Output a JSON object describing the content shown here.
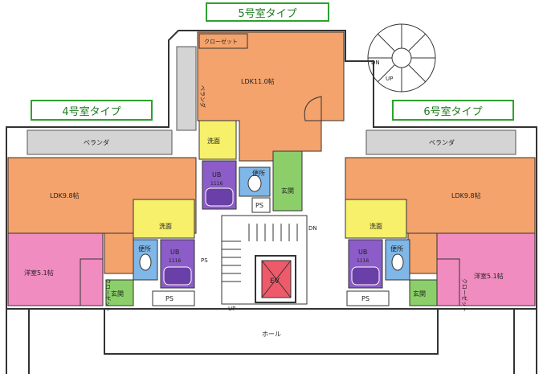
{
  "units": {
    "unit5": {
      "title": "5号室タイプ",
      "ldk": "LDK11.0帖",
      "closet": "クローゼット",
      "veranda": "ベランダ",
      "washroom": "洗面",
      "toilet": "便所",
      "ub": "UB",
      "ub_size": "1116",
      "entrance": "玄関"
    },
    "unit4": {
      "title": "4号室タイプ",
      "ldk": "LDK9.8帖",
      "closet": "クローゼット",
      "veranda": "ベランダ",
      "washroom": "洗面",
      "toilet": "便所",
      "ub": "UB",
      "ub_size": "1116",
      "entrance": "玄関",
      "western_room": "洋室5.1帖",
      "ps": "PS"
    },
    "unit6": {
      "title": "6号室タイプ",
      "ldk": "LDK9.8帖",
      "closet": "クローゼット",
      "veranda": "ベランダ",
      "washroom": "洗面",
      "toilet": "便所",
      "ub": "UB",
      "ub_size": "1116",
      "entrance": "玄関",
      "western_room": "洋室5.1帖",
      "ps": "PS"
    }
  },
  "common": {
    "hall": "ホール",
    "ev": "EV",
    "ps": "PS",
    "ps_side": "PS",
    "up": "UP",
    "dn": "DN",
    "stair_dn": "DN",
    "stair_up": "UP"
  },
  "colors": {
    "ldk": "#f4a36c",
    "western": "#f08cc0",
    "wash": "#f7f06a",
    "bath": "#8c5cc8",
    "toilet": "#7fb7e8",
    "entrance": "#8ccf6a",
    "veranda": "#d4d4d4",
    "ev": "#ee5a6a",
    "title_border": "#2ea12e"
  }
}
